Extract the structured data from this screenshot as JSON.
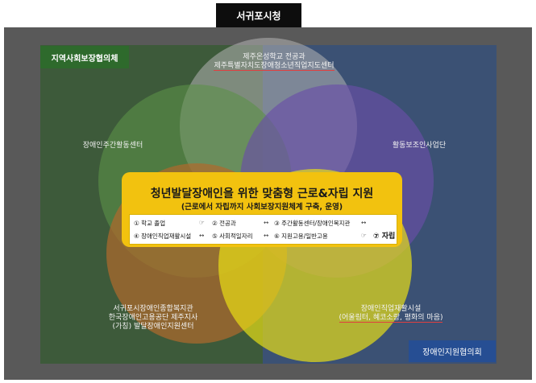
{
  "header": {
    "title": "서귀포시청"
  },
  "panels": {
    "left_label": "지역사회보장협의체",
    "right_label": "장애인지원협의회"
  },
  "organizations": {
    "top": [
      "제주온성학교 전공과",
      "제주특별자치도장애청소년직업지도센터"
    ],
    "left": [
      "장애인주간활동센터"
    ],
    "right": [
      "활동보조인사업단"
    ],
    "bottom_left": [
      "서귀포시장애인종합복지관",
      "한국장애인고용공단 제주지사",
      "(가칭) 발달장애인지원센터"
    ],
    "bottom_right": [
      "장애인직업재활시설",
      "(어울림터, 혜코소랑, 평화의 마음)"
    ]
  },
  "colors": {
    "frame": "#595959",
    "left_panel": "#3d5a3a",
    "right_panel": "#3b5174",
    "circle_top": "#b4b4b4",
    "circle_left": "#5c9147",
    "circle_right": "#6a4ea8",
    "circle_bottom_left": "#b06a2c",
    "circle_bottom_right": "#ece215",
    "center_box": "#f2c20f"
  },
  "center": {
    "title": "청년발달장애인을 위한 맞춤형 근로&자립 지원",
    "subtitle": "(근로에서 자립까지 사회보장지원체계 구축, 운영)",
    "steps_row1": [
      "① 학교 졸업",
      "② 전공과",
      "③ 주간활동센터/장애인복지관"
    ],
    "arrows_row1": [
      "☞",
      "↔",
      "↔"
    ],
    "steps_row2": [
      "④ 장애인직업재활시설",
      "⑤ 사회적일자리",
      "⑥ 지원고용/일반고용",
      "⑦ 자립"
    ],
    "arrows_row2": [
      "↔",
      "↔",
      "☞"
    ]
  }
}
